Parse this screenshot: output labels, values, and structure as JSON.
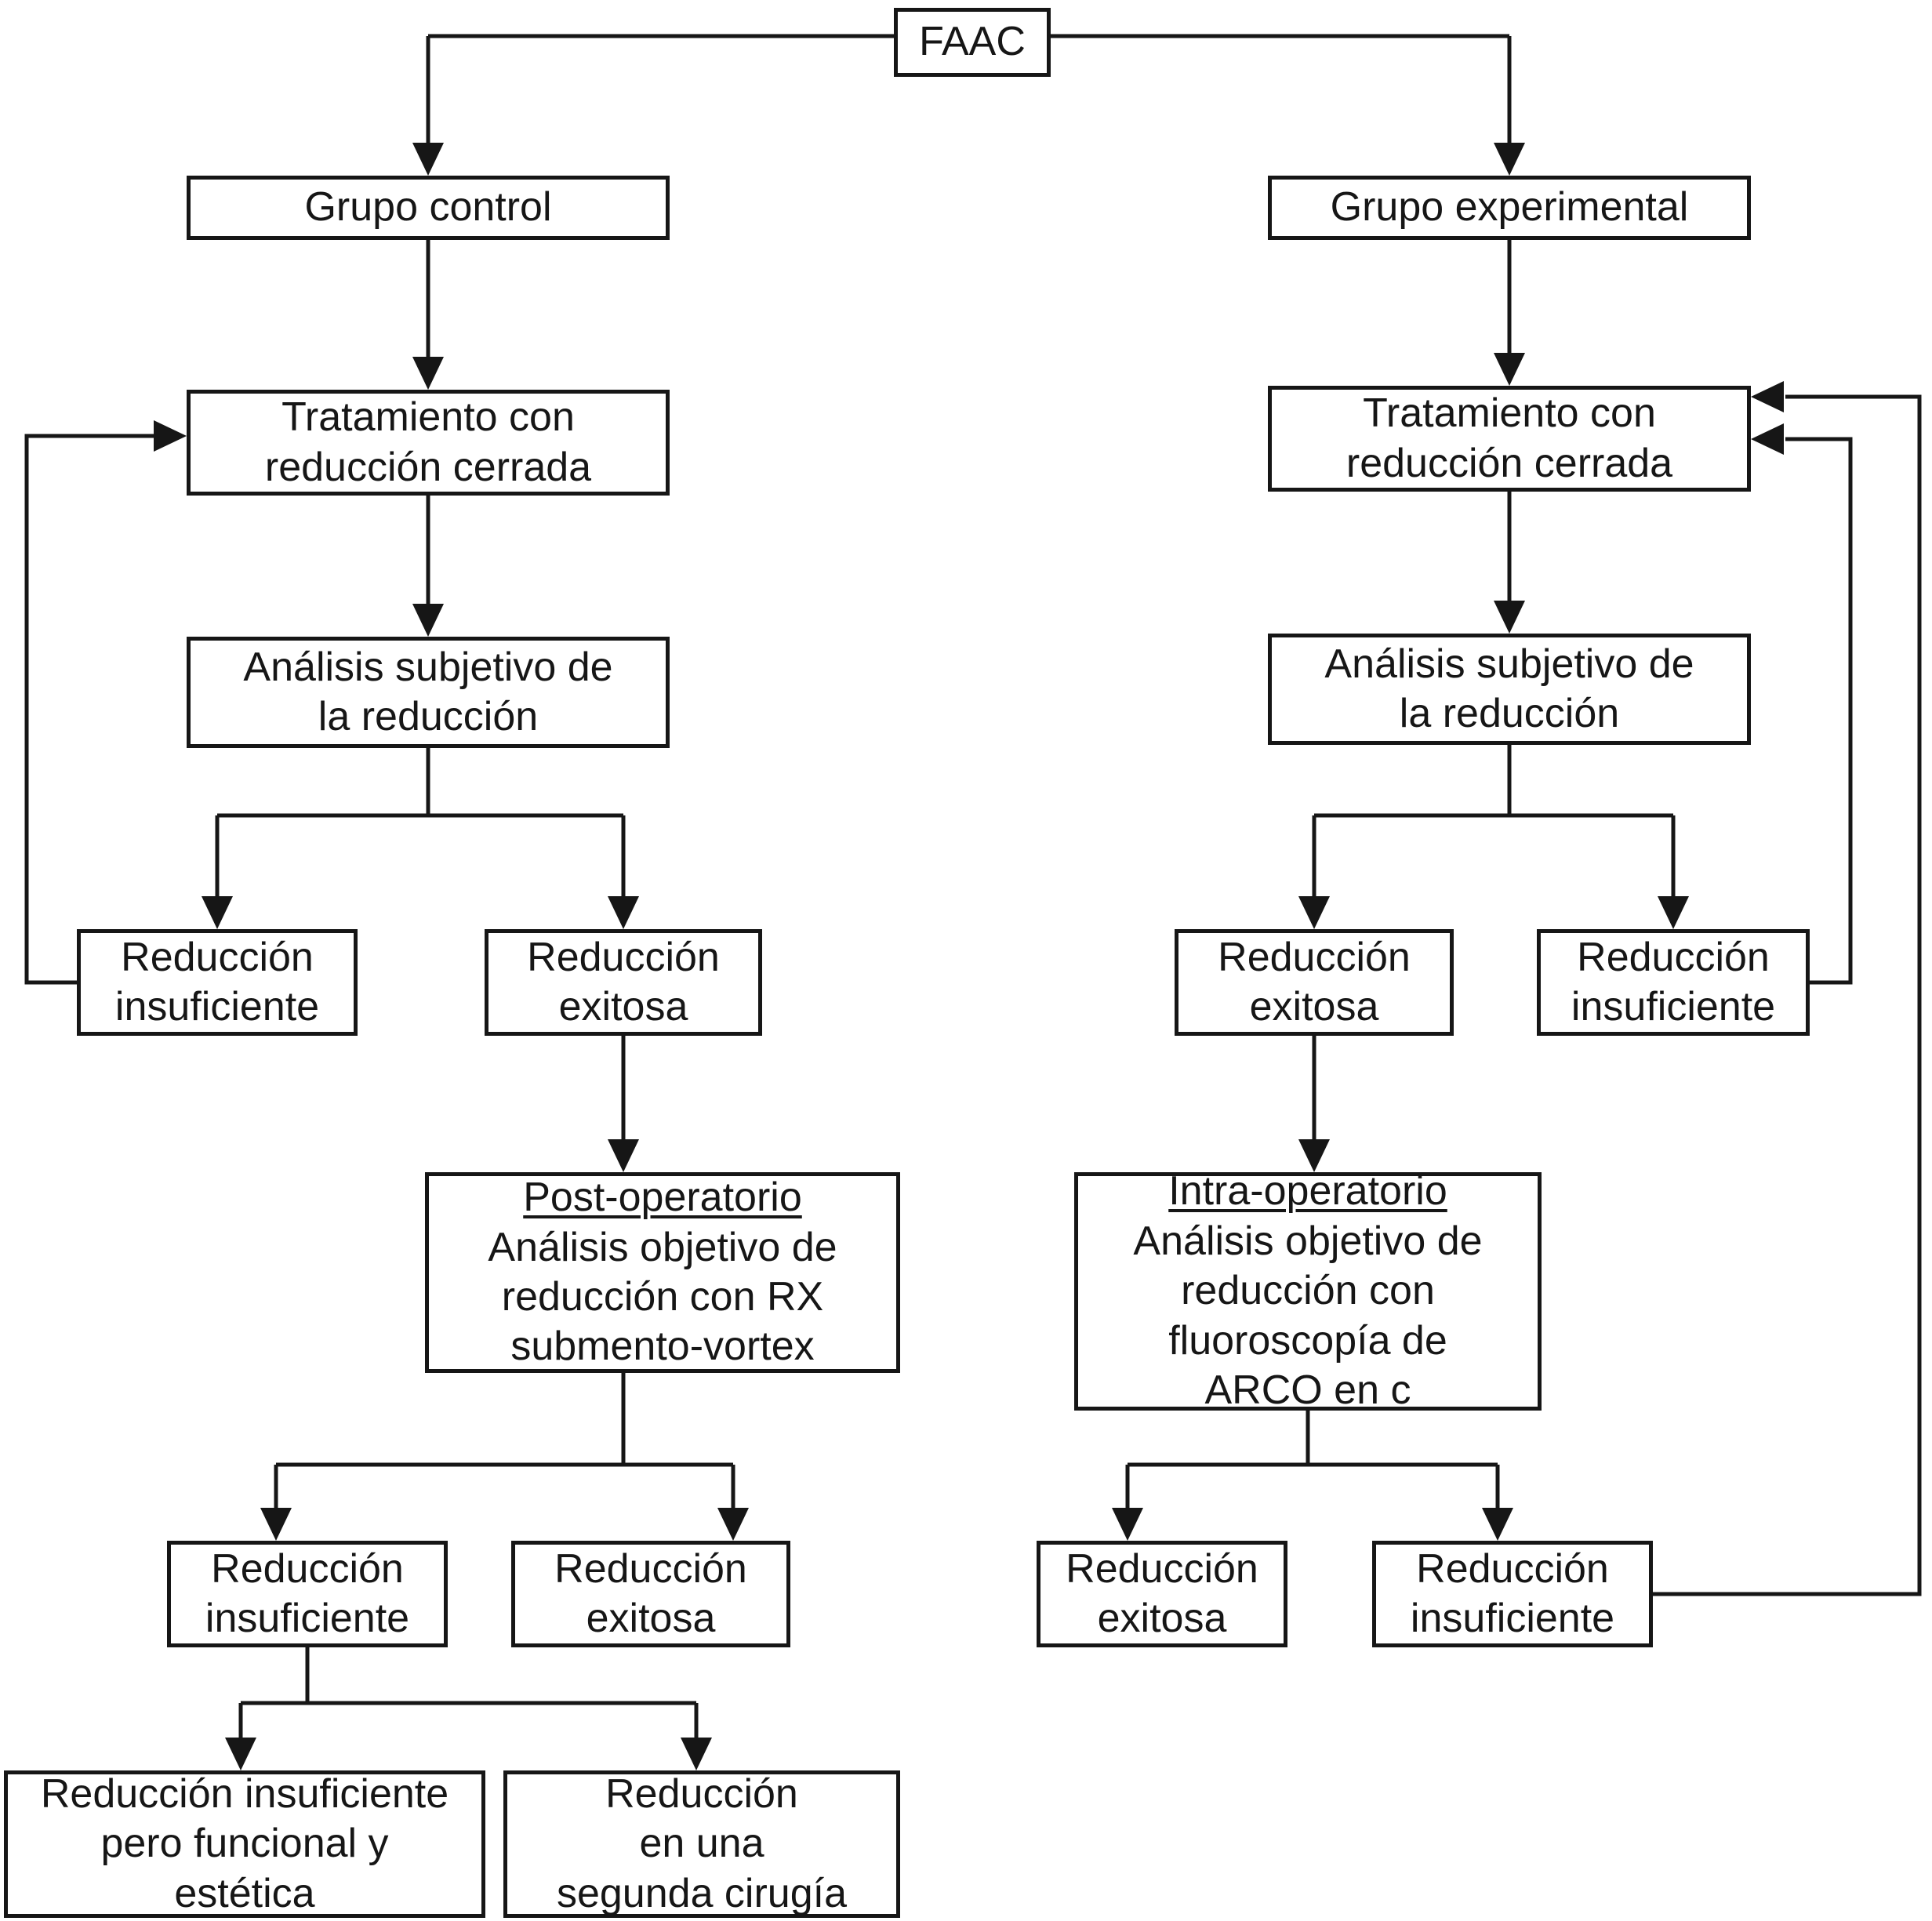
{
  "diagram": {
    "nodes": {
      "faac": {
        "label": "FAAC"
      },
      "grupo_control": {
        "label": "Grupo control"
      },
      "grupo_experimental": {
        "label": "Grupo experimental"
      },
      "tratamiento_control": {
        "label": "Tratamiento con\nreducción cerrada"
      },
      "tratamiento_experimental": {
        "label": "Tratamiento con\nreducción cerrada"
      },
      "analisis_control": {
        "label": "Análisis subjetivo de\nla reducción"
      },
      "analisis_experimental": {
        "label": "Análisis subjetivo de\nla reducción"
      },
      "reduccion_insuficiente_control": {
        "label": "Reducción\ninsuficiente"
      },
      "reduccion_exitosa_control": {
        "label": "Reducción\nexitosa"
      },
      "reduccion_exitosa_experimental": {
        "label": "Reducción\nexitosa"
      },
      "reduccion_insuficiente_experimental": {
        "label": "Reducción\ninsuficiente"
      },
      "post_operatorio": {
        "title": "Post-operatorio",
        "body": "Análisis objetivo de\nreducción con RX\nsubmento-vortex"
      },
      "intra_operatorio": {
        "title": "Intra-operatorio",
        "body": "Análisis objetivo de\nreducción con\nfluoroscopía de\nARCO en c"
      },
      "reduccion_insuficiente_postop": {
        "label": "Reducción\ninsuficiente"
      },
      "reduccion_exitosa_postop": {
        "label": "Reducción\nexitosa"
      },
      "reduccion_exitosa_intraop": {
        "label": "Reducción\nexitosa"
      },
      "reduccion_insuficiente_intraop": {
        "label": "Reducción\ninsuficiente"
      },
      "reduccion_funcional_estetica": {
        "label": "Reducción insuficiente\npero funcional y\nestética"
      },
      "reduccion_segunda_cirugia": {
        "label": "Reducción\nen una\nsegunda cirugía"
      }
    },
    "line_color": "#161616"
  }
}
